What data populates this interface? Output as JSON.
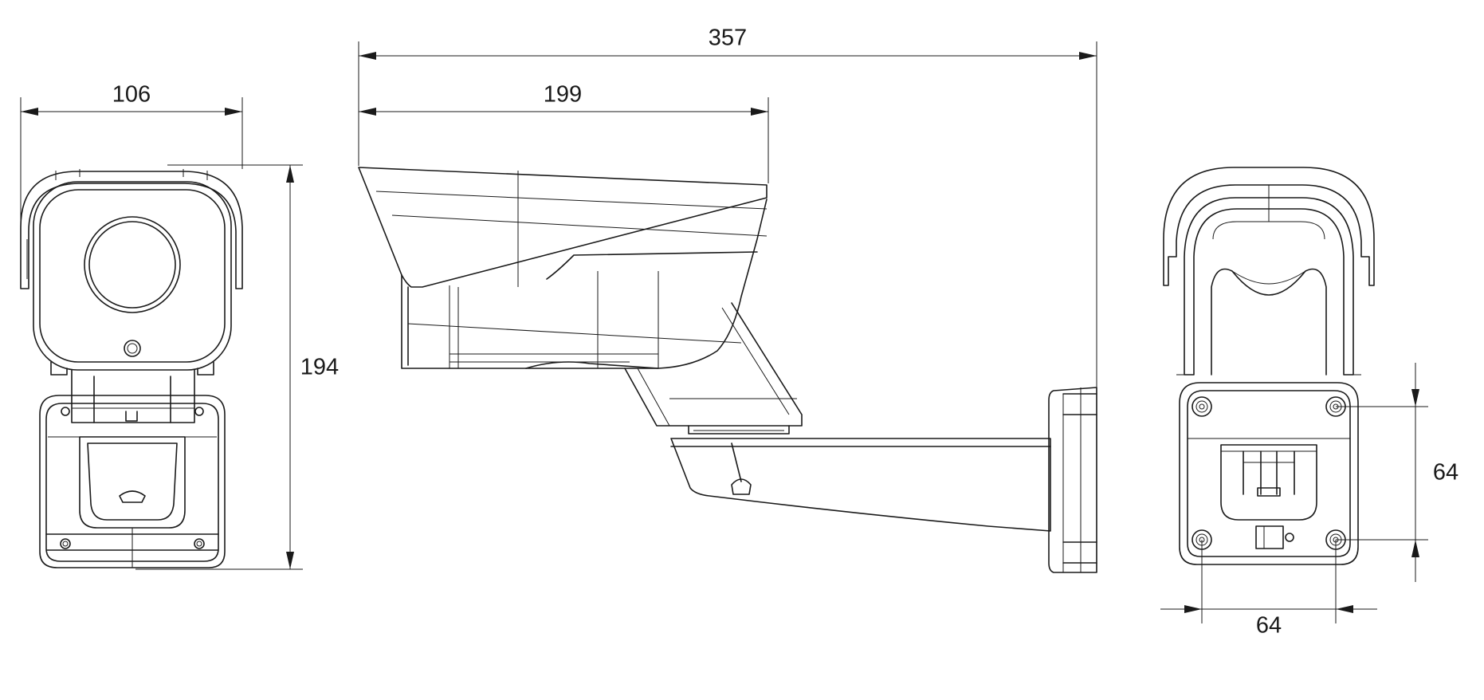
{
  "dimensions": {
    "front_width": "106",
    "front_height": "194",
    "side_total_length": "357",
    "side_housing_length": "199",
    "rear_mount_vertical": "64",
    "rear_mount_horizontal": "64"
  },
  "colors": {
    "line": "#1a1a1a",
    "background": "#ffffff"
  }
}
